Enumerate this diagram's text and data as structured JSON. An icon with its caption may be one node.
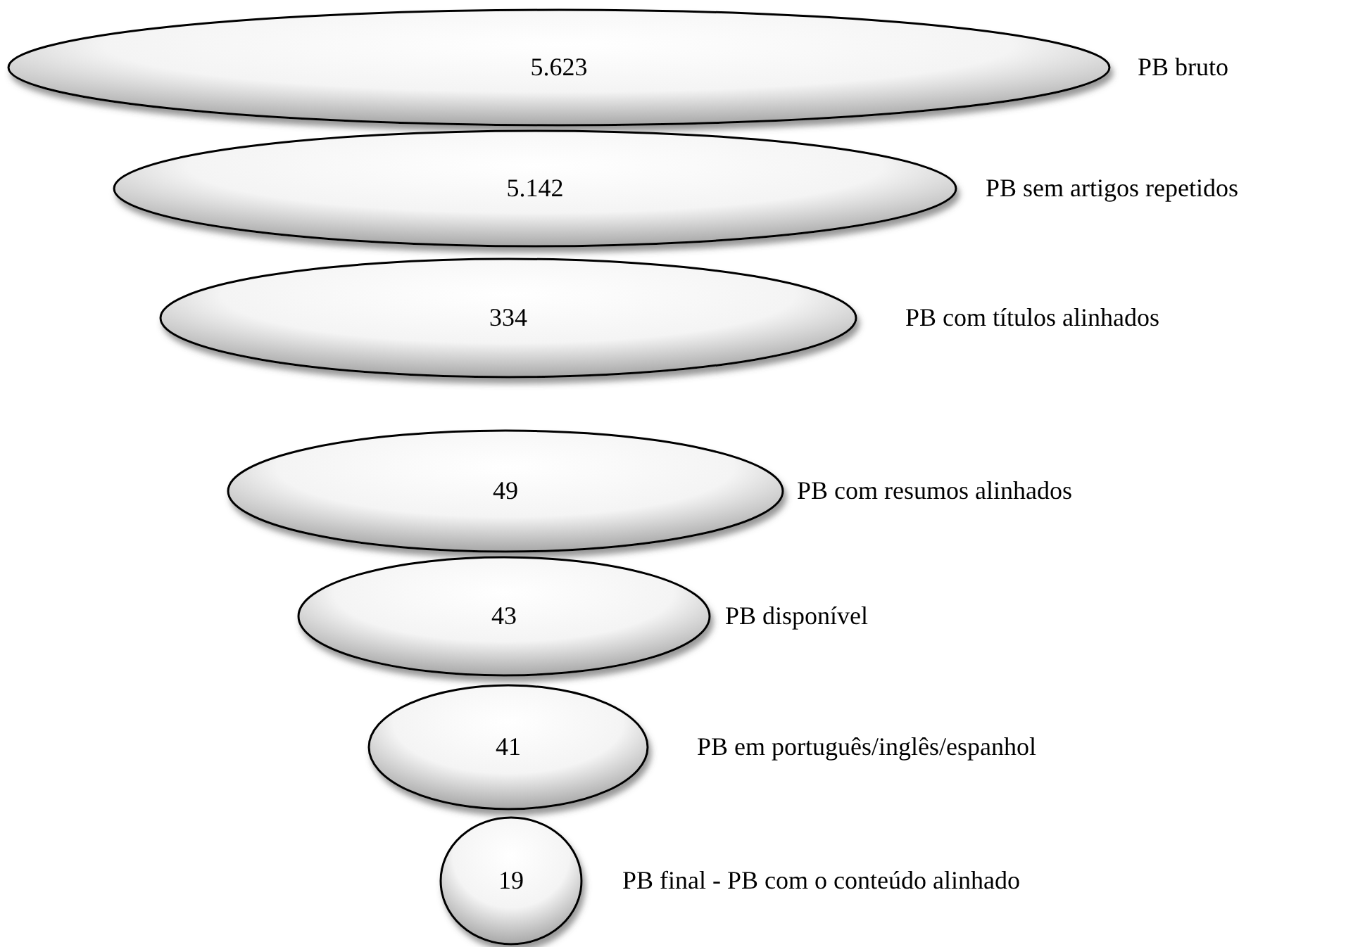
{
  "diagram": {
    "nodes": [
      {
        "text": [
          "5.623"
        ],
        "beside": [
          "PB bruto"
        ]
      },
      {
        "text": [
          "5.142"
        ],
        "beside": [
          "PB sem artigos repetidos"
        ]
      },
      {
        "text": [
          "334"
        ],
        "beside": [
          "PB com títulos alinhados"
        ]
      },
      {
        "text": [
          "49"
        ],
        "beside": [
          "PB com resumos alinhados"
        ]
      },
      {
        "text": [
          "43"
        ],
        "beside": [
          "PB disponível"
        ]
      },
      {
        "text": [
          "41"
        ],
        "beside": [
          "PB em português/inglês/espanhol"
        ]
      },
      {
        "text": [
          "19"
        ],
        "beside": [
          "PB final - PB com o conteúdo alinhado"
        ]
      }
    ]
  }
}
